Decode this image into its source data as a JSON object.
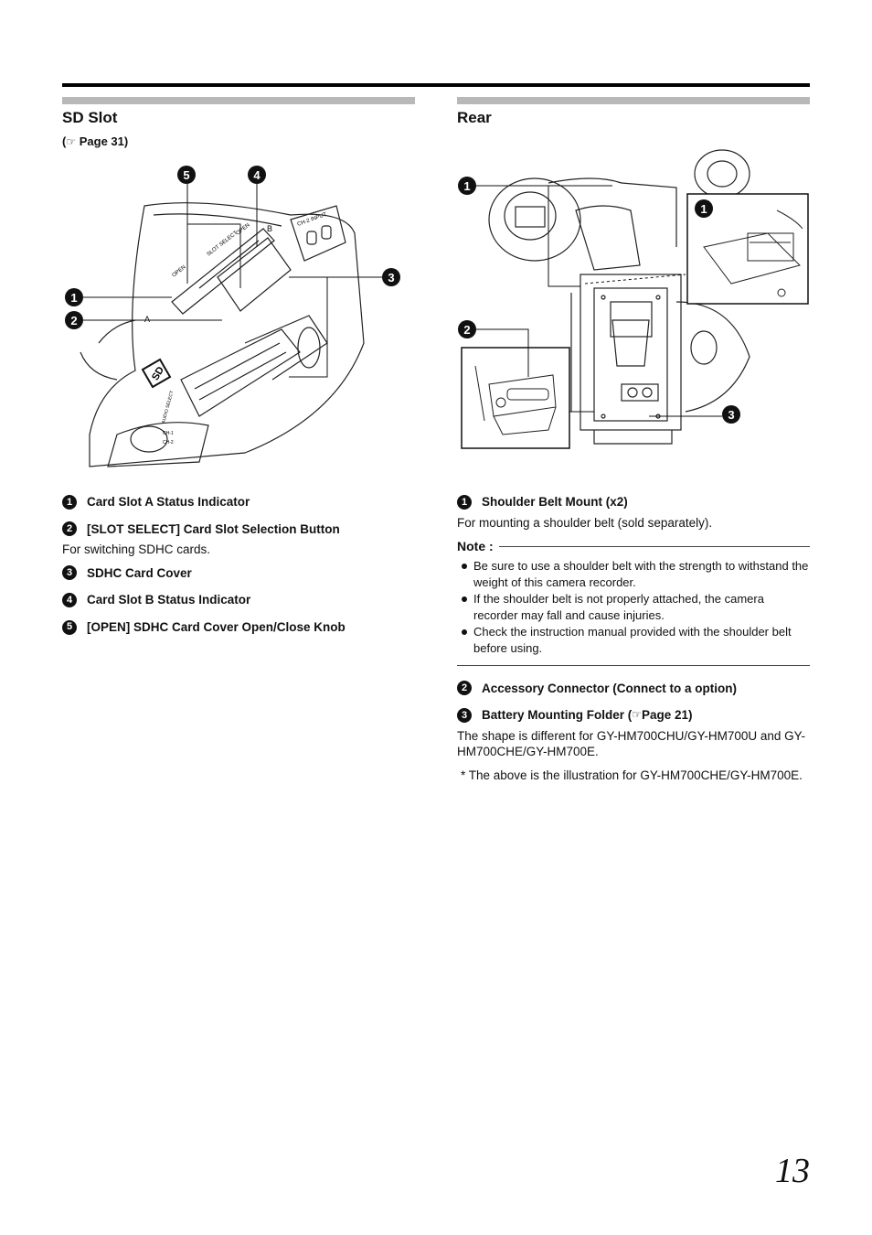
{
  "left": {
    "title": "SD Slot",
    "page_ref_open": "(",
    "page_ref_icon": "☞",
    "page_ref_text": " Page 31)",
    "callouts": [
      "5",
      "4",
      "1",
      "2",
      "3"
    ],
    "items": [
      {
        "num": "1",
        "label": "Card Slot A Status Indicator",
        "desc": ""
      },
      {
        "num": "2",
        "label": "[SLOT SELECT] Card Slot Selection Button",
        "desc": "For switching SDHC cards."
      },
      {
        "num": "3",
        "label": "SDHC Card Cover",
        "desc": ""
      },
      {
        "num": "4",
        "label": "Card Slot B Status Indicator",
        "desc": ""
      },
      {
        "num": "5",
        "label": "[OPEN] SDHC Card Cover Open/Close Knob",
        "desc": ""
      }
    ]
  },
  "right": {
    "title": "Rear",
    "callouts": [
      "1",
      "1",
      "2",
      "3"
    ],
    "items": [
      {
        "num": "1",
        "label": "Shoulder Belt Mount (x2)",
        "desc": "For mounting a shoulder belt (sold separately)."
      },
      {
        "num": "2",
        "label": "Accessory Connector (Connect to a option)",
        "desc": ""
      },
      {
        "num": "3",
        "label": "Battery Mounting Folder (",
        "icon": "☞",
        "label_tail": " Page 21)",
        "desc": "The shape is different for GY-HM700CHU/GY-HM700U and GY-HM700CHE/GY-HM700E."
      }
    ],
    "note": {
      "heading": "Note :",
      "bullets": [
        "Be sure to use a shoulder belt with the strength to withstand the weight of this camera recorder.",
        "If the shoulder belt is not properly attached, the camera recorder may fall and cause injuries.",
        "Check the instruction manual provided with the shoulder belt before using."
      ]
    },
    "asterisk_note": "* The above is the illustration for GY-HM700CHE/GY-HM700E."
  },
  "figure_labels": {
    "open": "OPEN",
    "slot_select": "SLOT SELECT",
    "open2": "OPEN",
    "b": "B",
    "a": "A",
    "ch2_input": "CH-2 INPUT",
    "audio_select": "AUDIO SELECT",
    "ch1": "CH-1",
    "ch2": "CH-2",
    "sd": "SD"
  },
  "page_number": "13"
}
